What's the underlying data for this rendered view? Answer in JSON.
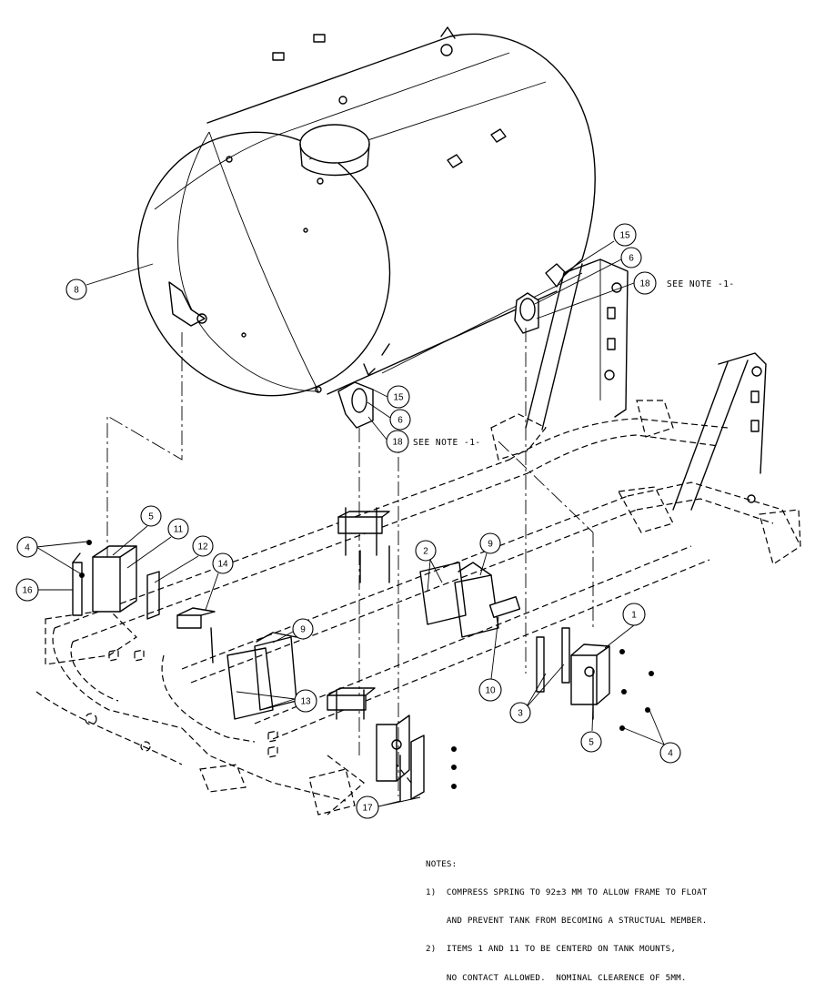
{
  "balloons": [
    {
      "id": "b1",
      "label": "1"
    },
    {
      "id": "b2",
      "label": "2"
    },
    {
      "id": "b3",
      "label": "3"
    },
    {
      "id": "b4a",
      "label": "4"
    },
    {
      "id": "b4b",
      "label": "4"
    },
    {
      "id": "b5a",
      "label": "5"
    },
    {
      "id": "b5b",
      "label": "5"
    },
    {
      "id": "b6a",
      "label": "6"
    },
    {
      "id": "b6b",
      "label": "6"
    },
    {
      "id": "b8",
      "label": "8"
    },
    {
      "id": "b9a",
      "label": "9"
    },
    {
      "id": "b9b",
      "label": "9"
    },
    {
      "id": "b10",
      "label": "10"
    },
    {
      "id": "b11",
      "label": "11"
    },
    {
      "id": "b12",
      "label": "12"
    },
    {
      "id": "b13",
      "label": "13"
    },
    {
      "id": "b14",
      "label": "14"
    },
    {
      "id": "b15a",
      "label": "15"
    },
    {
      "id": "b15b",
      "label": "15"
    },
    {
      "id": "b16",
      "label": "16"
    },
    {
      "id": "b17",
      "label": "17"
    },
    {
      "id": "b18a",
      "label": "18"
    },
    {
      "id": "b18b",
      "label": "18"
    }
  ],
  "see_note_upper": "SEE NOTE -1-",
  "see_note_lower": "SEE NOTE -1-",
  "notes": {
    "heading": "NOTES:",
    "lines": [
      "1)  COMPRESS SPRING TO 92±3 MM TO ALLOW FRAME TO FLOAT",
      "    AND PREVENT TANK FROM BECOMING A STRUCTUAL MEMBER.",
      "2)  ITEMS 1 AND 11 TO BE CENTERD ON TANK MOUNTS,",
      "    NO CONTACT ALLOWED.  NOMINAL CLEARENCE OF 5MM."
    ]
  }
}
